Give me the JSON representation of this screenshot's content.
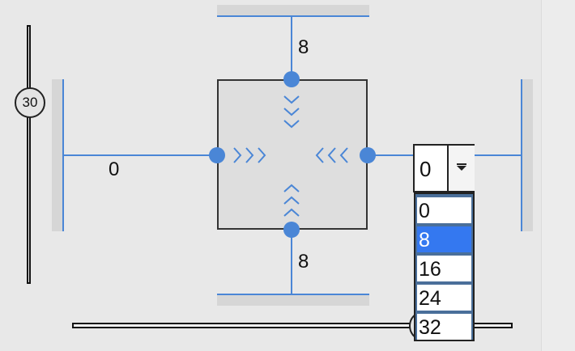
{
  "box_model": {
    "top_value": "8",
    "bottom_value": "8",
    "left_value": "0"
  },
  "vertical_slider": {
    "value_label": "30"
  },
  "horizontal_slider": {
    "value_label": ""
  },
  "select": {
    "current_value": "0",
    "options": [
      "0",
      "8",
      "16",
      "24",
      "32"
    ],
    "highlighted_option": "8"
  },
  "colors": {
    "accent": "#4a86d6",
    "selection": "#3478f0",
    "box_fill": "#dedede",
    "background": "#e8e8e8"
  },
  "icons": {
    "arrows": "chevron-icon",
    "dropdown": "dropdown-arrow-icon"
  }
}
